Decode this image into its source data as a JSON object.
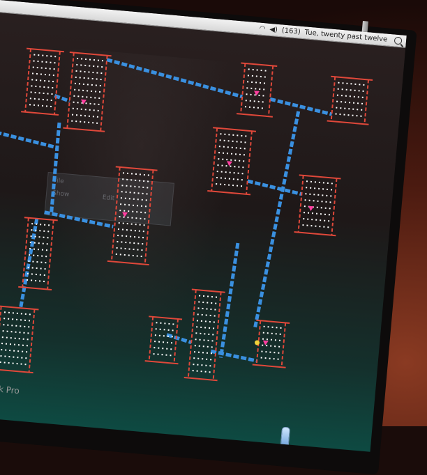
{
  "menubar": {
    "wifi_icon": "wifi-icon",
    "volume_icon": "volume-icon",
    "battery_label": "(163)",
    "clock": "Tue, twenty past twelve",
    "search_icon": "search-icon"
  },
  "reflection": {
    "menu_labels": [
      "File",
      "Show",
      "Edit"
    ]
  },
  "device": {
    "brand": "k Pro"
  },
  "colors": {
    "floor_border": "#e0483a",
    "floor_dots": "#ffffff",
    "ladder": "#3a90e0",
    "player": "#ff3fa0",
    "coin": "#f2d23a"
  },
  "game": {
    "icons": [
      "down-arrow-icon",
      "coin-icon"
    ]
  }
}
